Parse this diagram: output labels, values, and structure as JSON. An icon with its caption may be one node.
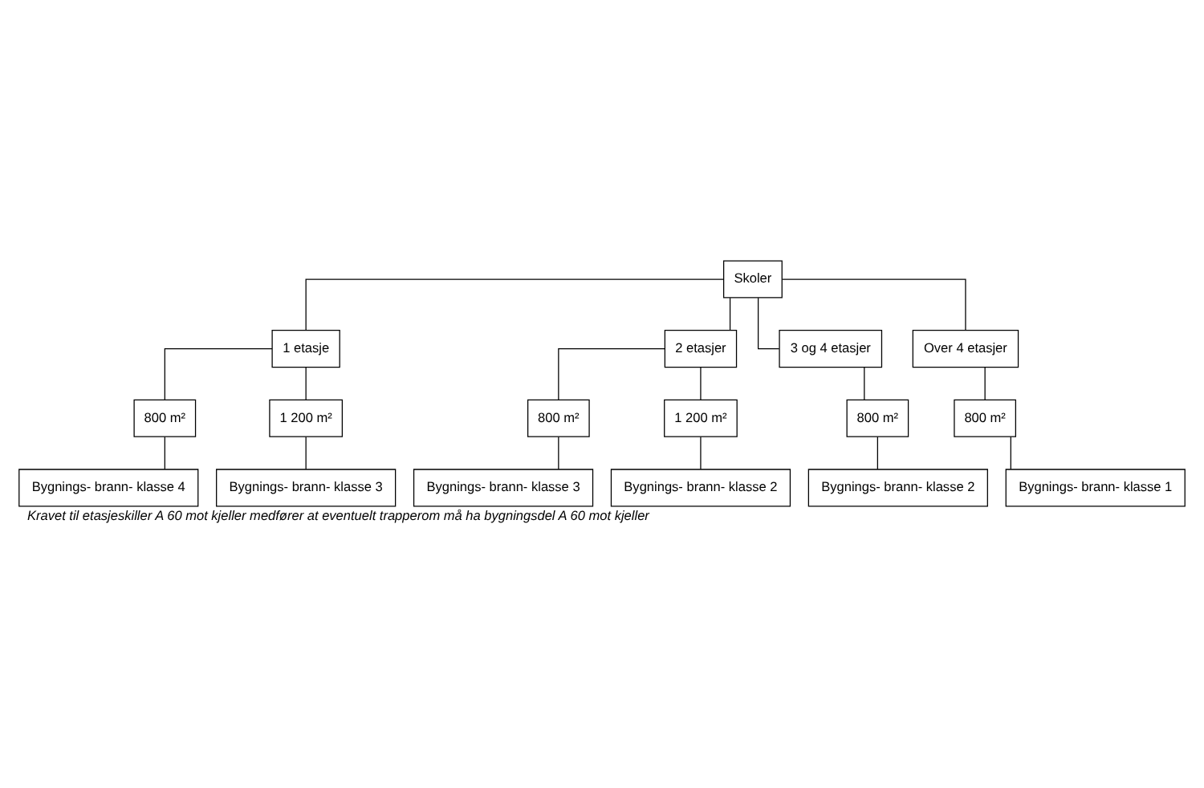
{
  "diagram": {
    "caption": "Kravet til etasjeskiller A 60 mot kjeller medfører at eventuelt trapperom må ha bygningsdel A 60 mot kjeller",
    "nodes": [
      {
        "text": [
          "Skoler"
        ]
      },
      {
        "text": [
          "1 etasje"
        ]
      },
      {
        "text": [
          "2 etasjer"
        ]
      },
      {
        "text": [
          "3 og 4 etasjer"
        ]
      },
      {
        "text": [
          "Over 4 etasjer"
        ]
      },
      {
        "text": [
          "800 m²"
        ]
      },
      {
        "text": [
          "1 200 m²"
        ]
      },
      {
        "text": [
          "800 m²"
        ]
      },
      {
        "text": [
          "1 200 m²"
        ]
      },
      {
        "text": [
          "800 m²"
        ]
      },
      {
        "text": [
          "800 m²"
        ]
      },
      {
        "text": [
          "Bygnings- brann- klasse 4"
        ]
      },
      {
        "text": [
          "Bygnings- brann- klasse 3"
        ]
      },
      {
        "text": [
          "Bygnings- brann- klasse 3"
        ]
      },
      {
        "text": [
          "Bygnings- brann- klasse 2"
        ]
      },
      {
        "text": [
          "Bygnings- brann- klasse 2"
        ]
      },
      {
        "text": [
          "Bygnings- brann- klasse 1"
        ]
      }
    ],
    "edges": [
      {
        "from": 0,
        "to": 1,
        "arrow": "none"
      },
      {
        "from": 0,
        "to": 2,
        "arrow": "none"
      },
      {
        "from": 0,
        "to": 3,
        "arrow": "none"
      },
      {
        "from": 0,
        "to": 4,
        "arrow": "none"
      },
      {
        "from": 1,
        "to": 5,
        "arrow": "none"
      },
      {
        "from": 1,
        "to": 6,
        "arrow": "none"
      },
      {
        "from": 2,
        "to": 7,
        "arrow": "none"
      },
      {
        "from": 2,
        "to": 8,
        "arrow": "none"
      },
      {
        "from": 3,
        "to": 9,
        "arrow": "none"
      },
      {
        "from": 4,
        "to": 10,
        "arrow": "none"
      },
      {
        "from": 5,
        "to": 11,
        "arrow": "none"
      },
      {
        "from": 6,
        "to": 12,
        "arrow": "none"
      },
      {
        "from": 7,
        "to": 13,
        "arrow": "none"
      },
      {
        "from": 8,
        "to": 14,
        "arrow": "none"
      },
      {
        "from": 9,
        "to": 15,
        "arrow": "none"
      },
      {
        "from": 10,
        "to": 16,
        "arrow": "none"
      }
    ]
  }
}
